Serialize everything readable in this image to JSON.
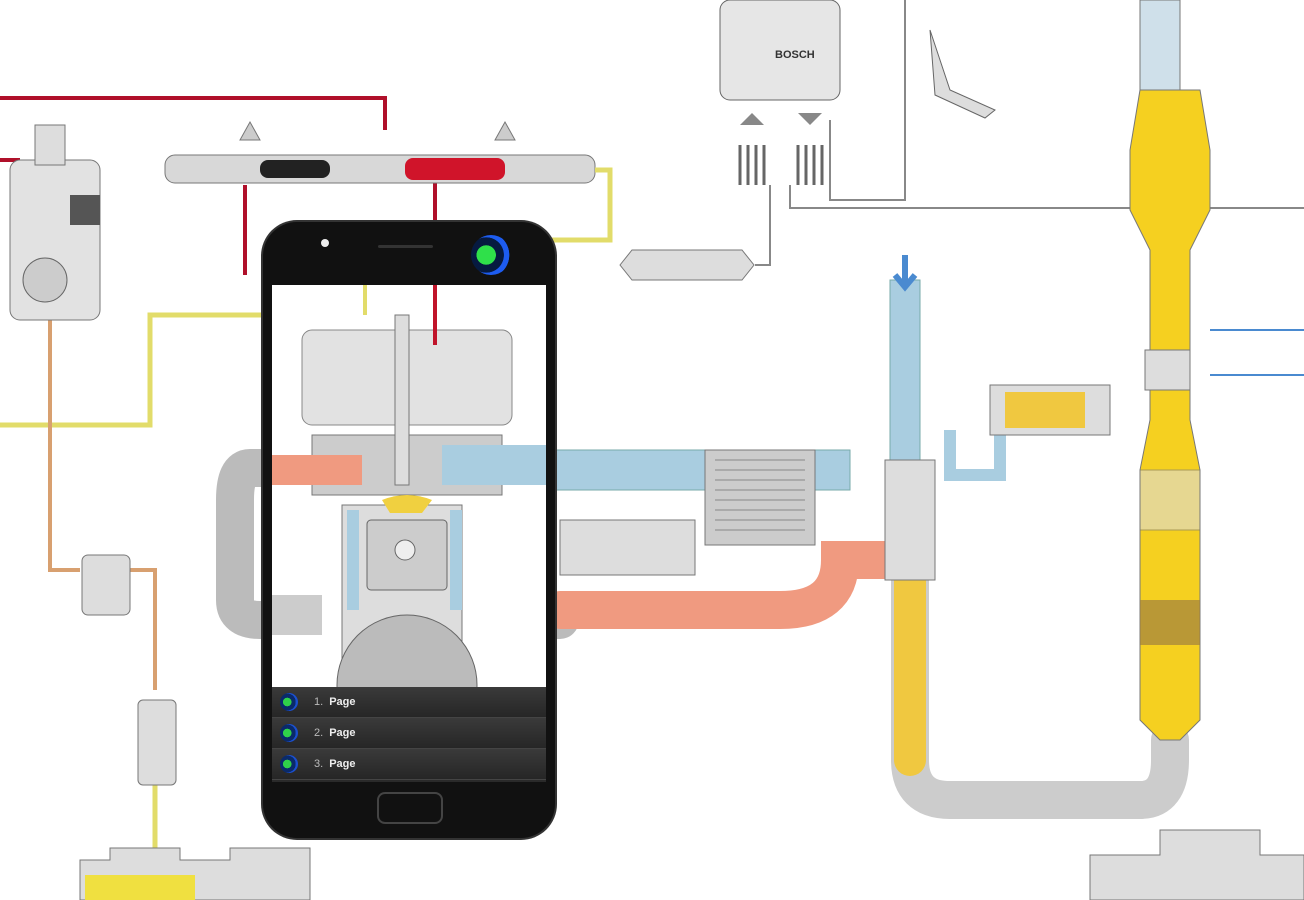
{
  "diagram": {
    "ecu_label": "BOSCH"
  },
  "phone": {
    "app_icon": "app-logo-icon",
    "list": [
      {
        "number": "1.",
        "label": "Page"
      },
      {
        "number": "2.",
        "label": "Page"
      },
      {
        "number": "3.",
        "label": "Page"
      }
    ]
  },
  "colors": {
    "fuel_high_pressure": "#c0142a",
    "fuel_return": "#e8e070",
    "exhaust": "#f0987a",
    "intake": "#a9cde0",
    "catalyst": "#f5d020",
    "phone_body": "#111111"
  }
}
